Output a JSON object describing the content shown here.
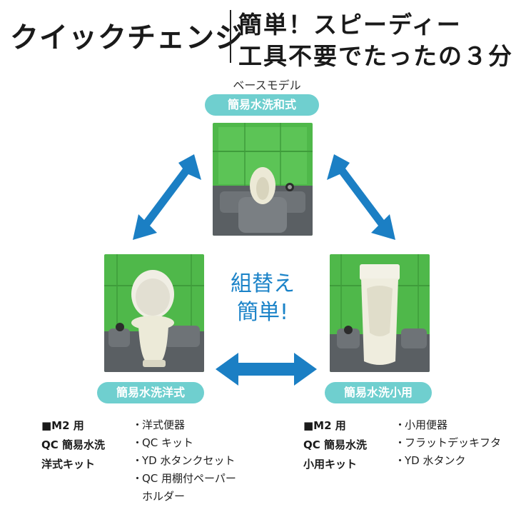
{
  "header": {
    "title": "クイックチェンジ",
    "tagline_1": "簡単！スピーディー",
    "tagline_2": "工具不要でたったの３分"
  },
  "base": {
    "label": "ベースモデル",
    "model": "簡易水洗和式"
  },
  "center": {
    "line_1": "組替え",
    "line_2": "簡単!"
  },
  "left": {
    "model": "簡易水洗洋式",
    "kit_title_1": "■M2 用",
    "kit_title_2": "QC 簡易水洗",
    "kit_title_3": "洋式キット",
    "items": [
      "洋式便器",
      "QC キット",
      "YD 水タンクセット",
      "QC 用棚付ペーパー",
      "ホルダー"
    ]
  },
  "right": {
    "model": "簡易水洗小用",
    "kit_title_1": "■M2 用",
    "kit_title_2": "QC 簡易水洗",
    "kit_title_3": "小用キット",
    "items": [
      "小用便器",
      "フラットデッキフタ",
      "YD 水タンク"
    ]
  },
  "colors": {
    "pill": "#6fcfcf",
    "arrow": "#1b7fc4",
    "booth_green": "#4fb84a",
    "center_text": "#1b83c8"
  }
}
